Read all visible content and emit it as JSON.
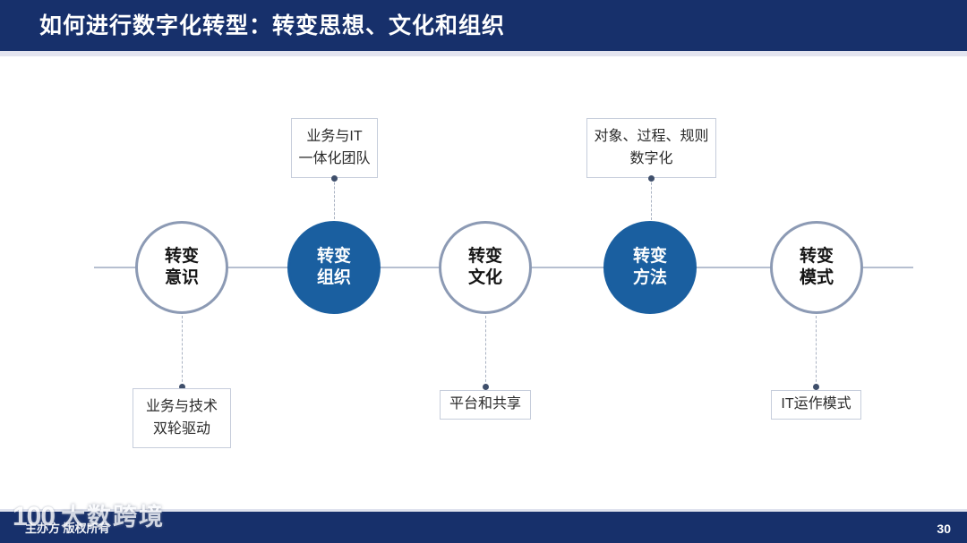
{
  "slide": {
    "title": "如何进行数字化转型：转变思想、文化和组织",
    "page_number": "30",
    "footer_text": "主办方 版权所有",
    "colors": {
      "title_bar": "#17306b",
      "accent_blue": "#1a5fa0",
      "circle_stroke": "#8c9ab4",
      "axis_line": "#b6bfd0",
      "callout_border": "#c6cddb"
    }
  },
  "watermark": {
    "mark": "100",
    "text": "大数跨境"
  },
  "nodes": [
    {
      "id": "node-1",
      "line1": "转变",
      "line2": "意识",
      "style": "hollow"
    },
    {
      "id": "node-2",
      "line1": "转变",
      "line2": "组织",
      "style": "filled"
    },
    {
      "id": "node-3",
      "line1": "转变",
      "line2": "文化",
      "style": "hollow"
    },
    {
      "id": "node-4",
      "line1": "转变",
      "line2": "方法",
      "style": "filled"
    },
    {
      "id": "node-5",
      "line1": "转变",
      "line2": "模式",
      "style": "hollow"
    }
  ],
  "callouts_top": [
    {
      "id": "callout-top-1",
      "line1": "业务与IT",
      "line2": "一体化团队"
    },
    {
      "id": "callout-top-2",
      "line1": "对象、过程、规则",
      "line2": "数字化"
    }
  ],
  "callouts_bottom": [
    {
      "id": "callout-bottom-1",
      "line1": "业务与技术",
      "line2": "双轮驱动"
    },
    {
      "id": "callout-bottom-2",
      "line1": "平台和共享",
      "line2": ""
    },
    {
      "id": "callout-bottom-3",
      "line1": "IT运作模式",
      "line2": ""
    }
  ]
}
